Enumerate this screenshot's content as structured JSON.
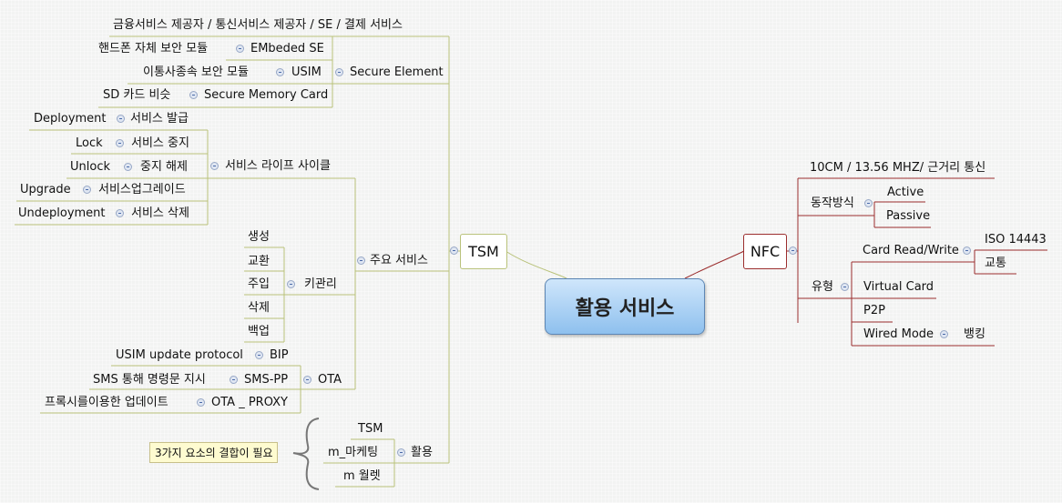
{
  "colors": {
    "left_branch": "#b9c27a",
    "right_branch": "#9b2d2d",
    "central_fill": "#8ec0ee"
  },
  "central": "활용 서비스",
  "tsm": {
    "label": "TSM",
    "secure_element": {
      "label": "Secure Element",
      "provider_note": "금융서비스 제공자 / 통신서비스 제공자 / SE / 결제 서비스",
      "embedded": {
        "label": "EMbeded SE",
        "desc": "핸드폰 자체 보안 모듈"
      },
      "usim": {
        "label": "USIM",
        "desc": "이통사종속 보안 모듈"
      },
      "smc": {
        "label": "Secure Memory Card",
        "desc": "SD 카드 비슷"
      }
    },
    "main_services": {
      "label": "주요 서비스",
      "lifecycle": {
        "label": "서비스 라이프 사이클",
        "items": [
          {
            "label": "서비스 발급",
            "en": "Deployment"
          },
          {
            "label": "서비스 중지",
            "en": "Lock"
          },
          {
            "label": "중지 해제",
            "en": "Unlock"
          },
          {
            "label": "서비스업그레이드",
            "en": "Upgrade"
          },
          {
            "label": "서비스 삭제",
            "en": "Undeployment"
          }
        ]
      },
      "key_mgmt": {
        "label": "키관리",
        "items": [
          "생성",
          "교환",
          "주입",
          "삭제",
          "백업"
        ]
      },
      "ota": {
        "label": "OTA",
        "bip": {
          "label": "BIP",
          "desc": "USIM update protocol"
        },
        "smspp": {
          "label": "SMS-PP",
          "desc": "SMS 통해 명령문 지시"
        },
        "proxy": {
          "label": "OTA _ PROXY",
          "desc": "프록시를이용한 업데이트"
        }
      }
    },
    "usage": {
      "label": "활용",
      "items": [
        "TSM",
        "m_마케팅",
        "m 월렛"
      ],
      "note": "3가지 요소의 결합이 필요"
    }
  },
  "nfc": {
    "label": "NFC",
    "spec": "10CM / 13.56 MHZ/ 근거리 통신",
    "operation": {
      "label": "동작방식",
      "items": [
        "Active",
        "Passive"
      ]
    },
    "types": {
      "label": "유형",
      "card_rw": {
        "label": "Card Read/Write",
        "items": [
          "ISO 14443",
          "교통"
        ]
      },
      "virtual_card": "Virtual Card",
      "p2p": "P2P",
      "wired": {
        "label": "Wired Mode",
        "child": "뱅킹"
      }
    }
  }
}
